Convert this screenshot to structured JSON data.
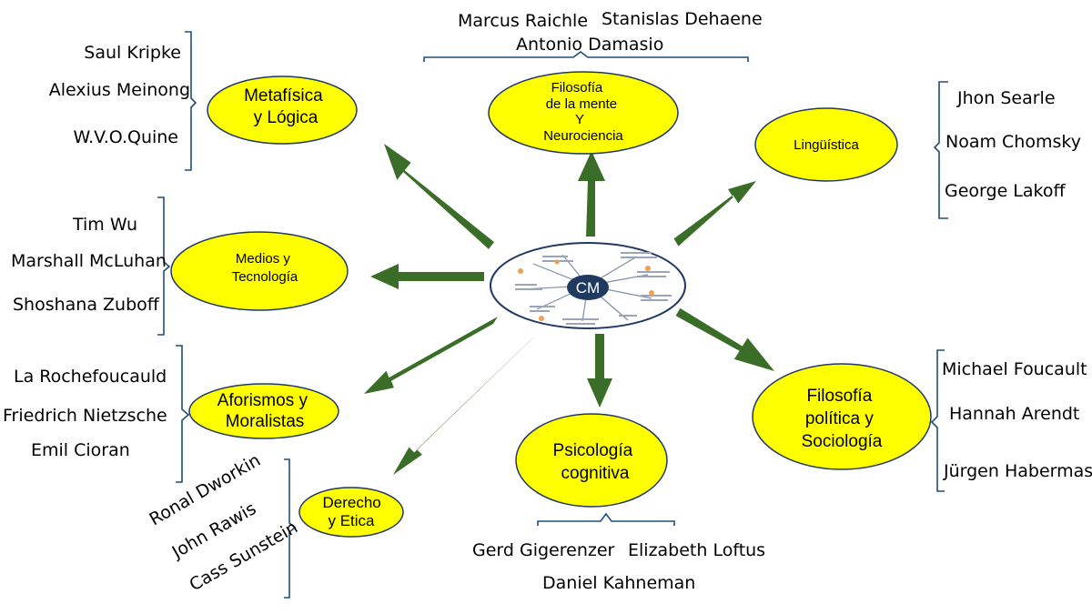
{
  "colors": {
    "node_fill": "#ffff00",
    "node_stroke": "#1f3864",
    "arrow": "#3a6e28",
    "bracket": "#1f4e79",
    "hub_dark": "#1f3a5f"
  },
  "center": {
    "label": "CM"
  },
  "topics": [
    {
      "id": "metafisica",
      "lines": [
        "Metafísica",
        "y Lógica"
      ],
      "authors": [
        "Saul Kripke",
        "Alexius Meinong",
        "W.V.O.Quine"
      ]
    },
    {
      "id": "mente",
      "lines": [
        "Filosofía",
        "de la mente",
        "Y",
        "Neurociencia"
      ],
      "authors": [
        "Marcus Raichle",
        "Stanislas Dehaene",
        "Antonio Damasio"
      ]
    },
    {
      "id": "linguistica",
      "lines": [
        "Lingüística"
      ],
      "authors": [
        "Jhon Searle",
        "Noam Chomsky",
        "George Lakoff"
      ]
    },
    {
      "id": "medios",
      "lines": [
        "Medios y",
        "Tecnología"
      ],
      "authors": [
        "Tim Wu",
        "Marshall McLuhan",
        "Shoshana Zuboff"
      ]
    },
    {
      "id": "aforismos",
      "lines": [
        "Aforismos y",
        "Moralistas"
      ],
      "authors": [
        "La Rochefoucauld",
        "Friedrich Nietzsche",
        "Emil Cioran"
      ]
    },
    {
      "id": "derecho",
      "lines": [
        "Derecho",
        "y Etica"
      ],
      "authors": [
        "Ronal Dworkin",
        "John Rawis",
        "Cass Sunstein"
      ]
    },
    {
      "id": "psicologia",
      "lines": [
        "Psicología",
        "cognitiva"
      ],
      "authors": [
        "Gerd Gigerenzer",
        "Elizabeth Loftus",
        "Daniel Kahneman"
      ]
    },
    {
      "id": "politica",
      "lines": [
        "Filosofía",
        "política y",
        "Sociología"
      ],
      "authors": [
        "Michael Foucault",
        "Hannah Arendt",
        "Jürgen Habermas"
      ]
    }
  ]
}
